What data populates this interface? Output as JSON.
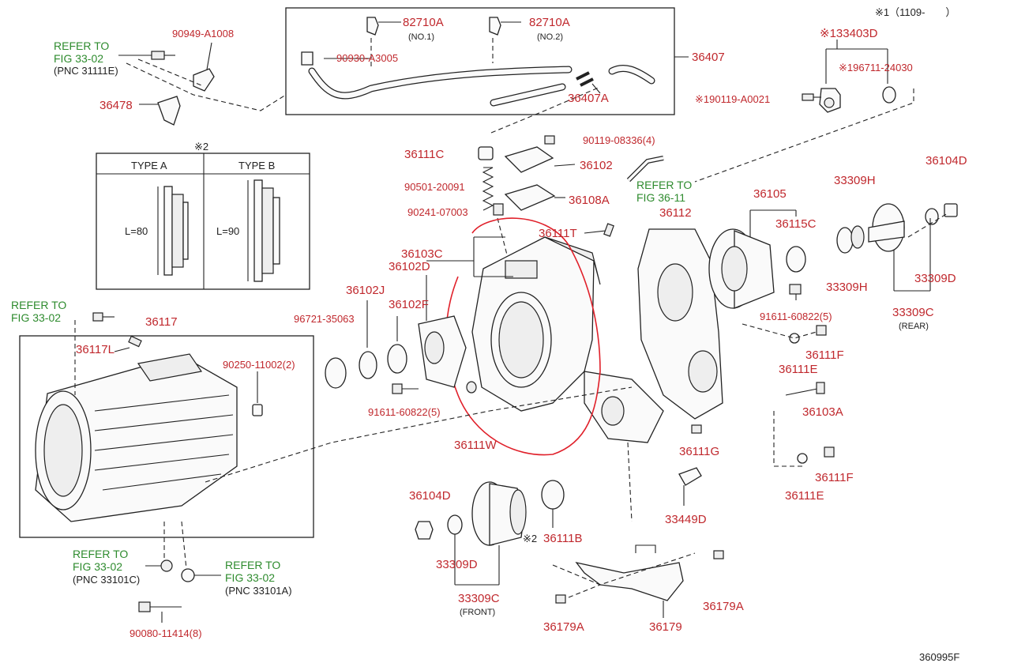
{
  "colors": {
    "part_number": "#c0282d",
    "refer_text": "#2e8b2e",
    "line": "#222222",
    "annotation": "#e0202a"
  },
  "header": {
    "note_1": "※1（1109-　　）"
  },
  "type_table": {
    "title": "※2",
    "col_a": "TYPE A",
    "col_b": "TYPE B",
    "len_a": "L=80",
    "len_b": "L=90"
  },
  "labels": {
    "p82710A_1": "82710A",
    "no1": "(NO.1)",
    "p82710A_2": "82710A",
    "no2": "(NO.2)",
    "p90949": "90949-A1008",
    "p90930": "90930-A3005",
    "p36407": "36407",
    "p36407A": "36407A",
    "p36478": "36478",
    "p33403D": "※133403D",
    "p96711": "※196711-24030",
    "p90119A": "※190119-A0021",
    "p36111C": "36111C",
    "p90119_08336": "90119-08336(4)",
    "p36102": "36102",
    "p90501": "90501-20091",
    "p36108A": "36108A",
    "p90241": "90241-07003",
    "p36111T": "36111T",
    "p36112": "36112",
    "p36105": "36105",
    "p36115C": "36115C",
    "p33309H_top": "33309H",
    "p33309H_bot": "33309H",
    "p36104D_r": "36104D",
    "p33309D_r": "33309D",
    "p33309C_r": "33309C",
    "rear": "(REAR)",
    "p36103C": "36103C",
    "p36102D": "36102D",
    "p36102J": "36102J",
    "p36102F": "36102F",
    "p96721": "96721-35063",
    "p36117": "36117",
    "p36117L": "36117L",
    "p90250": "90250-11002(2)",
    "p91611_l": "91611-60822(5)",
    "p91611_r": "91611-60822(5)",
    "p36111W": "36111W",
    "p36111E_1": "36111E",
    "p36111F_1": "36111F",
    "p36103A": "36103A",
    "p36111G": "36111G",
    "p36111F_2": "36111F",
    "p36111E_2": "36111E",
    "p33449D": "33449D",
    "p36104D_f": "36104D",
    "p33309D_f": "33309D",
    "p33309C_f": "33309C",
    "front": "(FRONT)",
    "p36111B": "36111B",
    "star2": "※2",
    "p36179A_1": "36179A",
    "p36179": "36179",
    "p36179A_2": "36179A",
    "p90080": "90080-11414(8)",
    "figure_id": "360995F"
  },
  "refs": {
    "r1_a": "REFER TO",
    "r1_b": "FIG 33-02",
    "r1_c": "(PNC 31111E)",
    "r2_a": "REFER TO",
    "r2_b": "FIG 36-11",
    "r3_a": "REFER TO",
    "r3_b": "FIG 33-02",
    "r4_a": "REFER TO",
    "r4_b": "FIG 33-02",
    "r4_c": "(PNC 33101C)",
    "r5_a": "REFER TO",
    "r5_b": "FIG 33-02",
    "r5_c": "(PNC 33101A)"
  }
}
